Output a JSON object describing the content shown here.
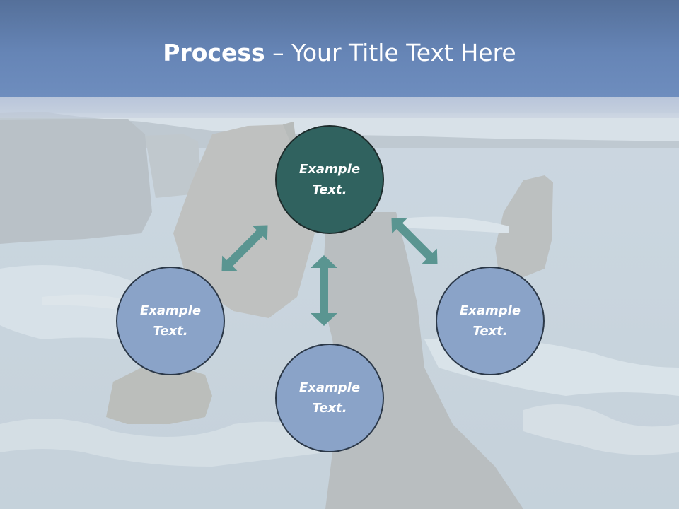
{
  "title": {
    "bold": "Process",
    "rest": " – Your Title Text Here"
  },
  "nodes": {
    "center": {
      "line1": "Example",
      "line2": "Text."
    },
    "left": {
      "line1": "Example",
      "line2": "Text."
    },
    "right": {
      "line1": "Example",
      "line2": "Text."
    },
    "bottom": {
      "line1": "Example",
      "line2": "Text."
    }
  },
  "colors": {
    "title_bar": "#6685b6",
    "center_node": "#30625f",
    "outer_node": "#8aa3c8",
    "arrow": "#5a9591",
    "node_border": "#2b3848"
  }
}
